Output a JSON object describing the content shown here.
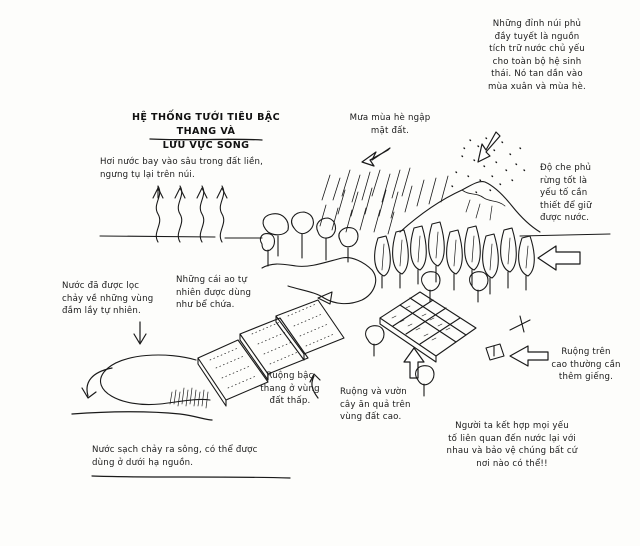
{
  "diagram": {
    "title_lines": [
      "HỆ THỐNG TƯỚI TIÊU BẬC THANG VÀ",
      "LƯU VỰC SÔNG"
    ],
    "labels": {
      "evaporation": [
        "Hơi nước bay vào sâu trong đất liền,",
        "ngưng tụ lại trên núi."
      ],
      "summer_rain": [
        "Mưa mùa hè ngập",
        "mặt đất."
      ],
      "snow_peaks": [
        "Những đỉnh núi phủ",
        "đầy tuyết là nguồn",
        "tích trữ nước chủ yếu",
        "cho toàn bộ hệ sinh",
        "thái. Nó tan dần vào",
        "mùa xuân và mùa hè."
      ],
      "forest_cover": [
        "Độ che phủ",
        "rừng tốt là",
        "yếu tố cần",
        "thiết để giữ",
        "được nước."
      ],
      "filtered_water": [
        "Nước đã được lọc",
        "chảy về những vùng",
        "đầm lầy tự nhiên."
      ],
      "ponds": [
        "Những cái ao tự",
        "nhiên được dùng",
        "như bể chứa."
      ],
      "terraces": [
        "Ruộng bậc",
        "thang ở vùng",
        "đất thấp."
      ],
      "highland_fields": [
        "Ruộng và vườn",
        "cây ăn quả trên",
        "vùng đất cao."
      ],
      "high_fields_wells": [
        "Ruộng trên",
        "cao thường cần",
        "thêm giếng."
      ],
      "clean_water": [
        "Nước sạch chảy ra sông, có thể được",
        "dùng ở dưới hạ nguồn."
      ],
      "combine_elements": [
        "Người ta kết hợp mọi yếu",
        "tố liên quan đến nước lại với",
        "nhau và bảo vệ chúng bất cứ",
        "nơi nào có thể!!"
      ]
    }
  }
}
